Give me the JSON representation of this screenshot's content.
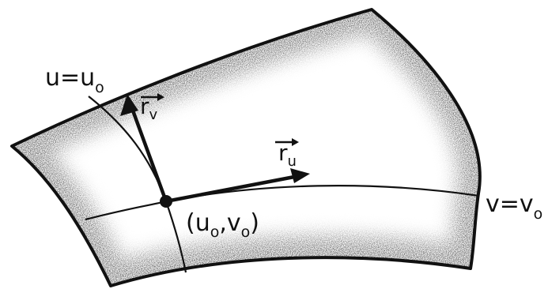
{
  "labels": {
    "u_curve": "u=u",
    "u_curve_sub": "o",
    "v_curve": "v=v",
    "v_curve_sub": "o",
    "r_v": "r",
    "r_v_sub": "v",
    "r_u": "r",
    "r_u_sub": "u",
    "point_open": "(u",
    "point_sub1": "o",
    "point_mid": ",v",
    "point_sub2": "o",
    "point_close": ")"
  },
  "colors": {
    "ink": "#111111",
    "paper": "#ffffff"
  }
}
